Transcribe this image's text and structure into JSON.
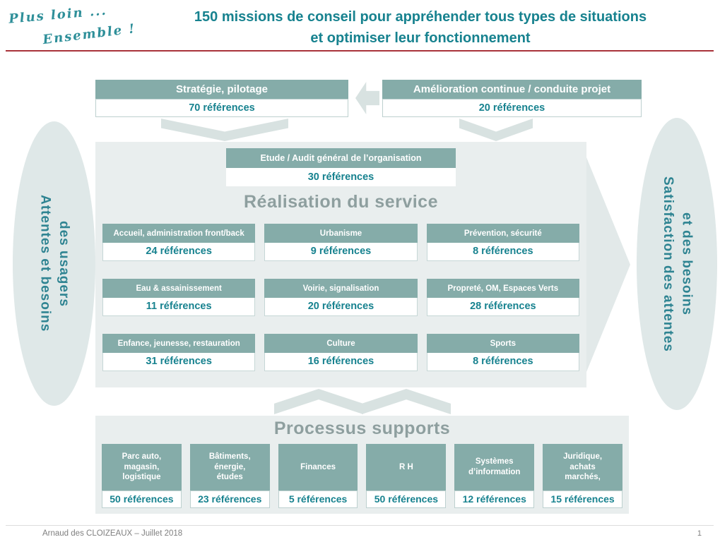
{
  "logo": {
    "line1": "Plus loin ...",
    "line2": "Ensemble !"
  },
  "title": {
    "line1": "150 missions de conseil pour appréhender tous types de situations",
    "line2": "et optimiser leur fonctionnement"
  },
  "ellipses": {
    "left": {
      "line1": "Attentes et besoins",
      "line2": "des usagers"
    },
    "right": {
      "line1": "Satisfaction des attentes",
      "line2": "et des besoins"
    }
  },
  "top_boxes": [
    {
      "label": "Stratégie, pilotage",
      "refs": "70 références"
    },
    {
      "label": "Amélioration continue / conduite projet",
      "refs": "20 références"
    }
  ],
  "audit_box": {
    "label": "Etude / Audit général de l’organisation",
    "refs": "30 références"
  },
  "service_title": "Réalisation du service",
  "service_boxes": [
    {
      "label": "Accueil, administration front/back",
      "refs": "24 références"
    },
    {
      "label": "Urbanisme",
      "refs": "9 références"
    },
    {
      "label": "Prévention, sécurité",
      "refs": "8 références"
    },
    {
      "label": "Eau & assainissement",
      "refs": "11 références"
    },
    {
      "label": "Voirie, signalisation",
      "refs": "20 références"
    },
    {
      "label": "Propreté, OM, Espaces Verts",
      "refs": "28 références"
    },
    {
      "label": "Enfance, jeunesse, restauration",
      "refs": "31 références"
    },
    {
      "label": "Culture",
      "refs": "16 références"
    },
    {
      "label": "Sports",
      "refs": "8 références"
    }
  ],
  "supports_title": "Processus supports",
  "support_boxes": [
    {
      "label": "Parc auto,\nmagasin,\nlogistique",
      "refs": "50 références"
    },
    {
      "label": "Bâtiments,\nénergie,\nétudes",
      "refs": "23 références"
    },
    {
      "label": "Finances",
      "refs": "5 références"
    },
    {
      "label": "R H",
      "refs": "50 références"
    },
    {
      "label": "Systèmes\nd’information",
      "refs": "12 références"
    },
    {
      "label": "Juridique,\nachats\nmarchés,",
      "refs": "15 références"
    }
  ],
  "footer": {
    "author": "Arnaud des CLOIZEAUX – Juillet 2018",
    "page": "1"
  },
  "icons": {
    "left_arrow": "arrow-left",
    "down_arrow": "arrow-down",
    "up_arrow": "arrow-up",
    "right_arrow": "arrow-right"
  },
  "colors": {
    "teal_header": "#85ACA9",
    "teal_text": "#17828F",
    "block_bg": "#E9EEEE",
    "arrow_gray": "#D8E2E1",
    "big_arrow": "#E2E9E9",
    "heading_gray": "#8E9F9F",
    "red_line": "#A93239",
    "ellipse_bg": "#DFE8E8",
    "ellipse_text": "#2F8492",
    "logo_teal": "#2E8F99",
    "footer_gray": "#7F7F7F"
  }
}
